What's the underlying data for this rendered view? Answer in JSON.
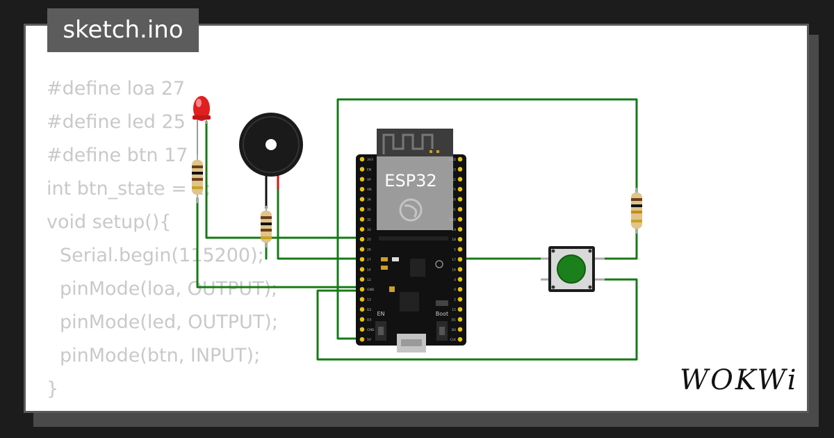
{
  "title_tab": {
    "label": "sketch.ino"
  },
  "code_lines": [
    "#define loa 27",
    "#define led 25",
    "#define btn 17",
    "int btn_state = 1;",
    "void setup(){",
    "Serial.begin(115200);",
    "pinMode(loa, OUTPUT);",
    "pinMode(led, OUTPUT);",
    "pinMode(btn, INPUT);",
    "}"
  ],
  "board": {
    "chip_label": "ESP32",
    "en_label": "EN",
    "boot_label": "Boot",
    "left_pins": [
      "3V3",
      "EN",
      "VP",
      "VN",
      "34",
      "35",
      "32",
      "33",
      "25",
      "26",
      "27",
      "14",
      "12",
      "GND",
      "13",
      "D2",
      "D3",
      "CMD",
      "5V"
    ],
    "right_pins": [
      "GND",
      "23",
      "22",
      "TX",
      "RX",
      "21",
      "GND",
      "19",
      "18",
      "5",
      "17",
      "16",
      "4",
      "0",
      "2",
      "15",
      "D1",
      "D0",
      "CLK"
    ]
  },
  "brand": {
    "name": "WOKWi"
  },
  "colors": {
    "wire": "#157a15",
    "background": "#1c1c1c",
    "card": "#ffffff",
    "code_text": "#c9c9c9",
    "tab": "#5c5c5c",
    "board": "#111111",
    "button_cap": "#1b7f1b",
    "led": "#e02020"
  }
}
